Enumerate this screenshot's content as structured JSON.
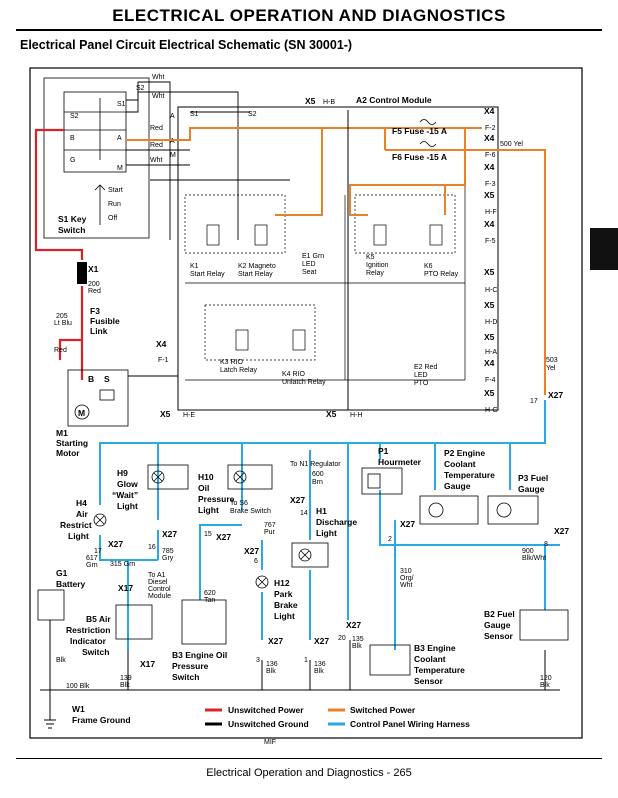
{
  "header": {
    "title": "ELECTRICAL   OPERATION AND DIAGNOSTICS",
    "subtitle": "Electrical Panel Circuit Electrical Schematic (SN 30001-)"
  },
  "colors": {
    "unswitched_power": "#d8232a",
    "switched_power": "#e8822a",
    "ground": "#000000",
    "harness": "#2aa9e0"
  },
  "components": {
    "s1": "S1 Key",
    "s1b": "Switch",
    "start": "Start",
    "run": "Run",
    "off": "Off",
    "a2": "A2 Control Module",
    "f5": "F5 Fuse -15 A",
    "f6": "F6 Fuse -15 A",
    "k1a": "K1",
    "k1b": "Start Relay",
    "k2a": "K2 Magneto",
    "k2b": "Start Relay",
    "e1a": "E1 Grn",
    "e1b": "LED",
    "e1c": "Seat",
    "k5a": "K5",
    "k5b": "Ignition",
    "k5c": "Relay",
    "k6a": "K6",
    "k6b": "PTO Relay",
    "k3a": "K3 RIO",
    "k3b": "Latch Relay",
    "k4a": "K4 RIO",
    "k4b": "Unlatch Relay",
    "e2a": "E2 Red",
    "e2b": "LED",
    "e2c": "PTO",
    "x1": "X1",
    "f3a": "F3",
    "f3b": "Fusible",
    "f3c": "Link",
    "m1a": "M1",
    "m1b": "Starting",
    "m1c": "Motor",
    "x4f1": "X4",
    "f1": "F-1",
    "x5e": "X5",
    "he": "H-E",
    "x5h": "X5",
    "hh": "H-H",
    "x5b": "X5",
    "hb": "H-B",
    "h9a": "H9",
    "h9b": "Glow",
    "h9c": "“Wait”",
    "h9d": "Light",
    "h10a": "H10",
    "h10b": "Oil",
    "h10c": "Pressure",
    "h10d": "Light",
    "h4a": "H4",
    "h4b": "Air",
    "h4c": "Restrict",
    "h4d": "Light",
    "h1a": "H1",
    "h1b": "Discharge",
    "h1c": "Light",
    "h12a": "H12",
    "h12b": "Park",
    "h12c": "Brake",
    "h12d": "Light",
    "p1a": "P1",
    "p1b": "Hourmeter",
    "p2a": "P2 Engine",
    "p2b": "Coolant",
    "p2c": "Temperature",
    "p2d": "Gauge",
    "p3a": "P3 Fuel",
    "p3b": "Gauge",
    "g1a": "G1",
    "g1b": "Battery",
    "b5a": "B5 Air",
    "b5b": "Restriction",
    "b5c": "Indicator",
    "b5d": "Switch",
    "b3oa": "B3 Engine Oil",
    "b3ob": "Pressure",
    "b3oc": "Switch",
    "b3ca": "B3 Engine",
    "b3cb": "Coolant",
    "b3cc": "Temperature",
    "b3cd": "Sensor",
    "b2a": "B2 Fuel",
    "b2b": "Gauge",
    "b2c": "Sensor",
    "w1a": "W1",
    "w1b": "Frame Ground",
    "n1": "To N1 Regulator",
    "s6a": "To S6",
    "s6b": "Brake Switch",
    "a1a": "To A1",
    "a1b": "Diesel",
    "a1c": "Control",
    "a1d": "Module"
  },
  "wires": {
    "w200": "200",
    "red": "Red",
    "w205": "205",
    "ltblu": "Lt Blu",
    "red2": "Red",
    "wht1": "Wht",
    "wht2": "Wht",
    "wht3": "Wht",
    "red3": "Red",
    "red4": "Red",
    "s2a": "S2",
    "s2b": "S2",
    "s2c": "S2",
    "s1a": "S1",
    "s1b": "S1",
    "w500": "500 Yel",
    "w503": "503",
    "yel": "Yel",
    "w600": "600",
    "brn": "Brn",
    "w617": "617",
    "grn": "Grn",
    "w315": "315 Grn",
    "w785": "785",
    "gry": "Gry",
    "w620": "620",
    "tan": "Tan",
    "w767": "767",
    "pur": "Pur",
    "w310": "310",
    "org": "Org/",
    "wht4": "Wht",
    "w135": "135",
    "blk1": "Blk",
    "w900": "900",
    "blkwht": "Blk/Wht",
    "w136a": "136",
    "blk2": "Blk",
    "w136b": "136",
    "blk3": "Blk",
    "w139": "139",
    "blk4": "Blk",
    "w120": "120",
    "blk5": "Blk",
    "w100": "100 Blk",
    "blk6": "Blk",
    "mif": "MIF"
  },
  "connectors": {
    "x4": "X4",
    "x5": "X5",
    "x27": "X27",
    "x17": "X17",
    "f2": "F-2",
    "f6": "F-6",
    "f3": "F-3",
    "f5": "F-5",
    "hf": "H-F",
    "hc": "H-C",
    "hd": "H-D",
    "ha": "H-A",
    "f4": "F-4",
    "hg": "H-G",
    "n17": "17",
    "n16": "16",
    "n15": "15",
    "n6": "6",
    "n14": "14",
    "n2": "2",
    "n8": "8",
    "n20": "20",
    "n3": "3",
    "n1": "1",
    "n17b": "17"
  },
  "legend": {
    "unswitched_power": "Unswitched Power",
    "switched_power": "Switched Power",
    "unswitched_ground": "Unswitched Ground",
    "harness": "Control Panel Wiring Harness"
  },
  "footer": {
    "text": "Electrical   Operation and Diagnostics  - 265"
  }
}
